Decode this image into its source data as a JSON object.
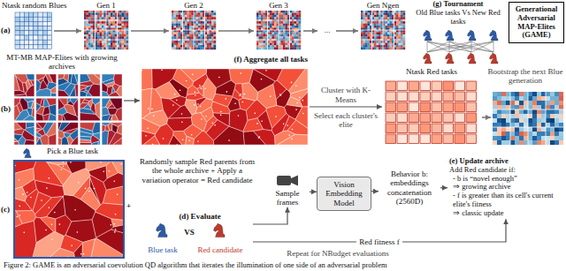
{
  "diagram": {
    "caption": "Figure 2: GAME is an adversarial coevolution QD algorithm that iterates the illumination of one side of an adversarial problem",
    "nodes": [
      {
        "text": [
          "Generational Adversarial MAP-Elites (GAME)"
        ]
      },
      {
        "text": [
          "MT-MB MAP-Elites with growing archives"
        ]
      },
      {
        "text": [
          "(f) Aggregate all tasks"
        ]
      },
      {
        "text": [
          "Ntask Red tasks"
        ]
      },
      {
        "text": [
          "(g) Tournament",
          "Old Blue tasks Vs New Red tasks"
        ]
      },
      {
        "text": [
          "Pick a Blue task"
        ]
      },
      {
        "text": [
          "Randomly sample Red parents from the whole archive + Apply a variation operator = Red candidate"
        ]
      },
      {
        "text": [
          "(d) Evaluate"
        ]
      },
      {
        "text": [
          "Sample frames"
        ]
      },
      {
        "text": [
          "Vision Embedding Model"
        ]
      },
      {
        "text": [
          "Behavior b: embeddings concatenation (2560D)"
        ]
      },
      {
        "text": [
          "(e) Update archive",
          "Add Red candidate if:",
          "- b is “novel enough”",
          "⇒ growing archive",
          "- f is greater than its cell's current elite's fitness",
          "⇒ classic update"
        ]
      }
    ],
    "edges": [
      {
        "from": 1,
        "to": 2,
        "arrow": "to"
      },
      {
        "from": 2,
        "to": 3,
        "label": "Cluster with K-Means",
        "arrow": "to"
      },
      {
        "from": 7,
        "to": 8,
        "arrow": "to"
      },
      {
        "from": 8,
        "to": 9,
        "arrow": "to"
      },
      {
        "from": 9,
        "to": 10,
        "arrow": "to"
      },
      {
        "from": 10,
        "to": 11,
        "arrow": "to"
      },
      {
        "from": 7,
        "to": 11,
        "label": "Red fitness f",
        "arrow": "to"
      }
    ],
    "labels": [
      "Ntask random Blues",
      "Gen 1",
      "Gen 2",
      "Gen 3",
      "...",
      "Gen Ngen",
      "(a)",
      "(b)",
      "(c)",
      "Select each cluster's elite",
      "Bootstrap the next Blue generation",
      "+",
      "Blue task",
      "VS",
      "Red candidate",
      "Repeat for NBudget evaluations"
    ]
  }
}
